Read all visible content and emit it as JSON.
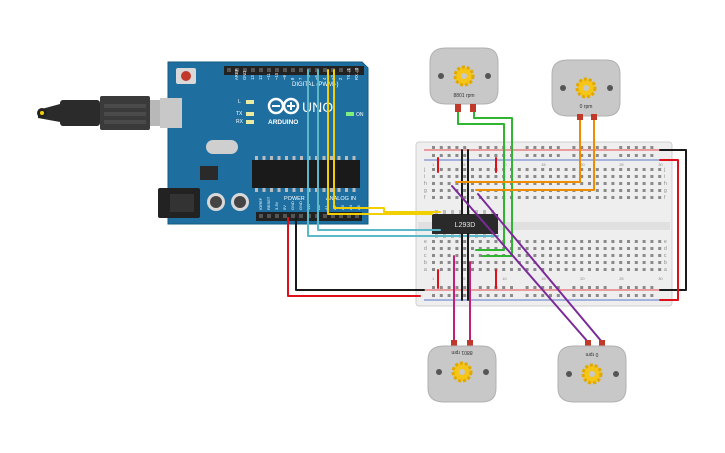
{
  "arduino": {
    "model": "UNO",
    "brand": "ARDUINO",
    "label_digital": "DIGITAL (PWM~)",
    "label_power": "POWER",
    "label_analog": "ANALOG IN",
    "label_on": "ON",
    "label_tx": "TX",
    "label_rx": "RX",
    "label_l": "L",
    "label_aref": "AREF",
    "label_gnd": "GND",
    "digital_pins": [
      "13",
      "12",
      "~11",
      "~10",
      "~9",
      "8",
      "7",
      "~6",
      "~5",
      "4",
      "~3",
      "2",
      "TX→1",
      "RX←0"
    ],
    "power_pins": [
      "IOREF",
      "RESET",
      "3.3V",
      "5V",
      "GND",
      "GND",
      "Vin"
    ],
    "analog_pins": [
      "A0",
      "A1",
      "A2",
      "A3",
      "A4",
      "A5"
    ]
  },
  "driver_chip": {
    "label": "L293D"
  },
  "breadboard": {
    "row_letters_top": [
      "j",
      "i",
      "h",
      "g",
      "f"
    ],
    "row_letters_bottom": [
      "e",
      "d",
      "c",
      "b",
      "a"
    ],
    "columns": [
      "1",
      "5",
      "10",
      "15",
      "20",
      "25",
      "30"
    ]
  },
  "motors": [
    {
      "id": "top-left",
      "rpm": "8801 rpm"
    },
    {
      "id": "top-right",
      "rpm": "0 rpm"
    },
    {
      "id": "bottom-left",
      "rpm": "8801 rpm"
    },
    {
      "id": "bottom-right",
      "rpm": "0 rpm"
    }
  ],
  "colors": {
    "arduino_board": "#1e6fa0",
    "wire_green": "#2fb52f",
    "wire_orange": "#f08c00",
    "wire_yellow": "#f2d000",
    "wire_cyan": "#5ab8c8",
    "wire_purple": "#7a2b98",
    "wire_magenta": "#c0207a",
    "wire_red": "#e0101a",
    "wire_black": "#1a1a1a",
    "motor_body": "#c8c8c8",
    "motor_gear": "#f5c518"
  }
}
